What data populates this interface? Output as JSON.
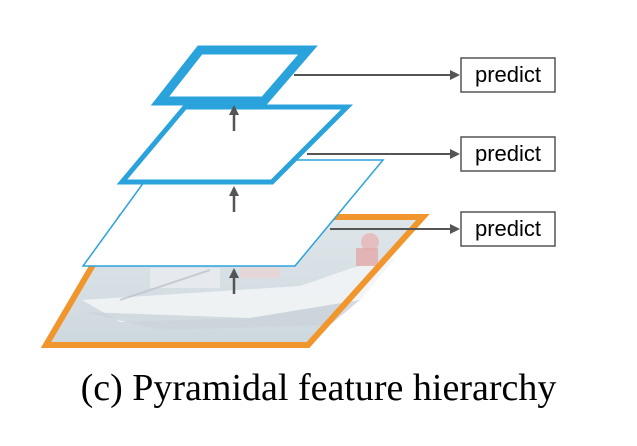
{
  "caption": "(c) Pyramidal feature hierarchy",
  "predict_boxes": [
    {
      "label": "predict"
    },
    {
      "label": "predict"
    },
    {
      "label": "predict"
    }
  ],
  "colors": {
    "base_frame": "#f0962c",
    "feature_level": "#2aa3dc",
    "arrow": "#555555",
    "box_border": "#555555"
  }
}
